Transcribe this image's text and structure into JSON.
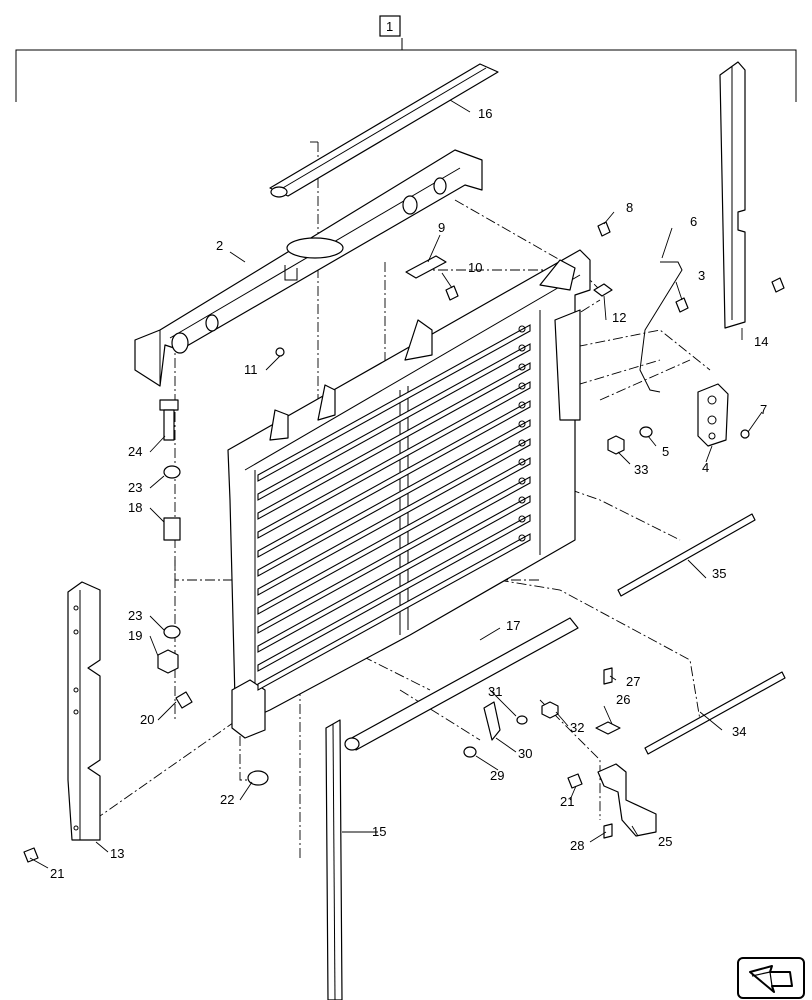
{
  "assembly": {
    "callout": "1"
  },
  "parts": [
    {
      "id": "p2",
      "label": "2"
    },
    {
      "id": "p3",
      "label": "3"
    },
    {
      "id": "p4",
      "label": "4"
    },
    {
      "id": "p5",
      "label": "5"
    },
    {
      "id": "p6",
      "label": "6"
    },
    {
      "id": "p7",
      "label": "7"
    },
    {
      "id": "p8",
      "label": "8"
    },
    {
      "id": "p9",
      "label": "9"
    },
    {
      "id": "p10",
      "label": "10"
    },
    {
      "id": "p11",
      "label": "11"
    },
    {
      "id": "p12",
      "label": "12"
    },
    {
      "id": "p13",
      "label": "13"
    },
    {
      "id": "p14",
      "label": "14"
    },
    {
      "id": "p15",
      "label": "15"
    },
    {
      "id": "p16",
      "label": "16"
    },
    {
      "id": "p17",
      "label": "17"
    },
    {
      "id": "p18",
      "label": "18"
    },
    {
      "id": "p19",
      "label": "19"
    },
    {
      "id": "p20",
      "label": "20"
    },
    {
      "id": "p21a",
      "label": "21"
    },
    {
      "id": "p21b",
      "label": "21"
    },
    {
      "id": "p22",
      "label": "22"
    },
    {
      "id": "p23a",
      "label": "23"
    },
    {
      "id": "p23b",
      "label": "23"
    },
    {
      "id": "p24",
      "label": "24"
    },
    {
      "id": "p25",
      "label": "25"
    },
    {
      "id": "p26",
      "label": "26"
    },
    {
      "id": "p27",
      "label": "27"
    },
    {
      "id": "p28",
      "label": "28"
    },
    {
      "id": "p29",
      "label": "29"
    },
    {
      "id": "p30",
      "label": "30"
    },
    {
      "id": "p31",
      "label": "31"
    },
    {
      "id": "p32",
      "label": "32"
    },
    {
      "id": "p33",
      "label": "33"
    },
    {
      "id": "p34",
      "label": "34"
    },
    {
      "id": "p35",
      "label": "35"
    }
  ],
  "navigation": {
    "icon": "next-page-arrow-icon"
  }
}
